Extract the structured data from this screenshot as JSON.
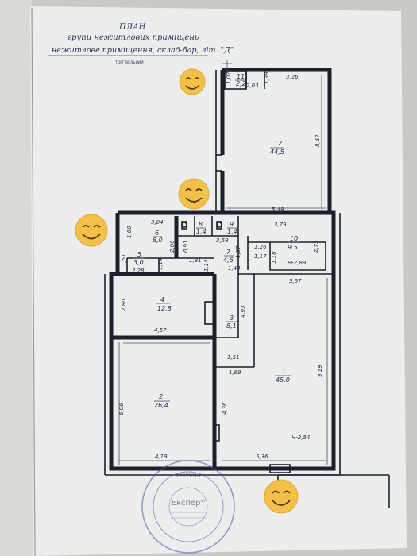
{
  "plan": {
    "title": "ПЛАН",
    "subtitle": "групи нежитлових приміщень",
    "building_line": "нежитлове приміщення, склад-бар, літ. \"Д\"",
    "floor_note": "ТОРГІВЕЛЬНИЙ"
  },
  "rooms": [
    {
      "id": "11",
      "area": "2,2"
    },
    {
      "id": "12",
      "area": "44,5"
    },
    {
      "id": "6",
      "area": "8,0"
    },
    {
      "id": "8",
      "area": "1,4"
    },
    {
      "id": "9",
      "area": "1,4"
    },
    {
      "id": "7",
      "area": "4,6"
    },
    {
      "id": "10",
      "area": "9,5"
    },
    {
      "id": "5",
      "area": "3,0"
    },
    {
      "id": "4",
      "area": "12,8"
    },
    {
      "id": "3",
      "area": "8,1"
    },
    {
      "id": "1",
      "area": "45,0"
    },
    {
      "id": "2",
      "area": "26,4"
    }
  ],
  "dimensions": {
    "d1": "1,07",
    "d2": "2,03",
    "d3": "1,39",
    "d4": "3,26",
    "d5": "8,42",
    "d6": "5,49",
    "d7": "3,04",
    "d8": "1,60",
    "d9": "2,06",
    "d10": "0,91",
    "d11": "3,59",
    "d12": "3,79",
    "d13": "1,26",
    "d14": "2,73",
    "d15": "1,17",
    "d16": "1,18",
    "d17": "1,57",
    "d18": "1,51",
    "d19": "1,14",
    "d20": "1,81",
    "d21": "2,28",
    "d22": "1,14",
    "d23": "1,44",
    "d24": "3,67",
    "d25": "2,80",
    "d26": "4,57",
    "d27": "4,93",
    "d28": "1,51",
    "d29": "1,69",
    "d30": "9,19",
    "d31": "6,06",
    "d32": "4,36",
    "d33": "4,19",
    "d34": "5,36"
  },
  "heights": {
    "h1": "H-2,89",
    "h2": "H-2,54"
  },
  "stamp": {
    "center_text": "Експерт",
    "ring_text": "УКРАЇНА"
  }
}
